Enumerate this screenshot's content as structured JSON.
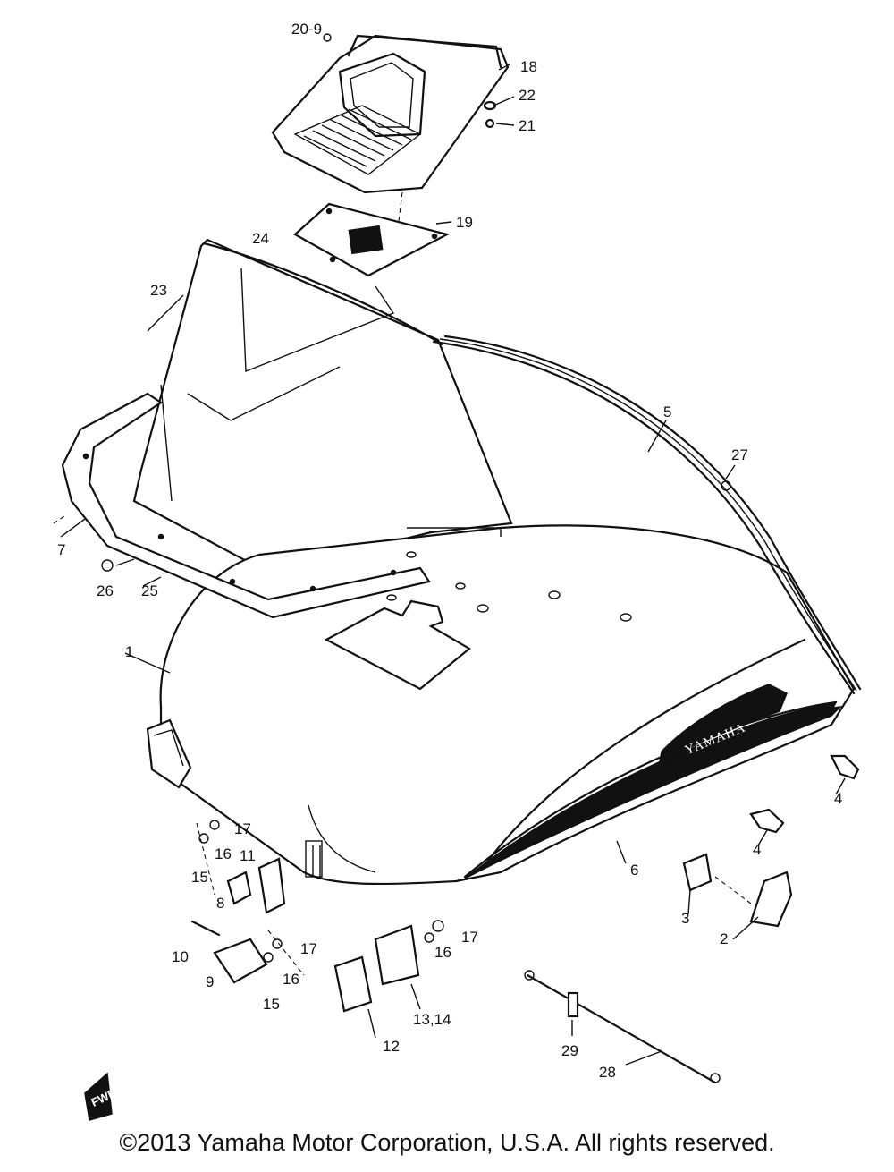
{
  "brand_label": "YAMAHA",
  "fwd_label": "FWD",
  "copyright": "©2013 Yamaha Motor Corporation, U.S.A. All rights reserved.",
  "callouts": {
    "c1": "1",
    "c2": "2",
    "c3": "3",
    "c4a": "4",
    "c4b": "4",
    "c5": "5",
    "c6": "6",
    "c7": "7",
    "c8": "8",
    "c9": "9",
    "c10": "10",
    "c11": "11",
    "c12": "12",
    "c13_14": "13,14",
    "c15a": "15",
    "c15b": "15",
    "c16a": "16",
    "c16b": "16",
    "c16c": "16",
    "c17a": "17",
    "c17b": "17",
    "c17c": "17",
    "c18": "18",
    "c19": "19",
    "c20": "20-9",
    "c21": "21",
    "c22": "22",
    "c23": "23",
    "c24": "24",
    "c25": "25",
    "c26": "26",
    "c27": "27",
    "c28": "28",
    "c29": "29"
  }
}
